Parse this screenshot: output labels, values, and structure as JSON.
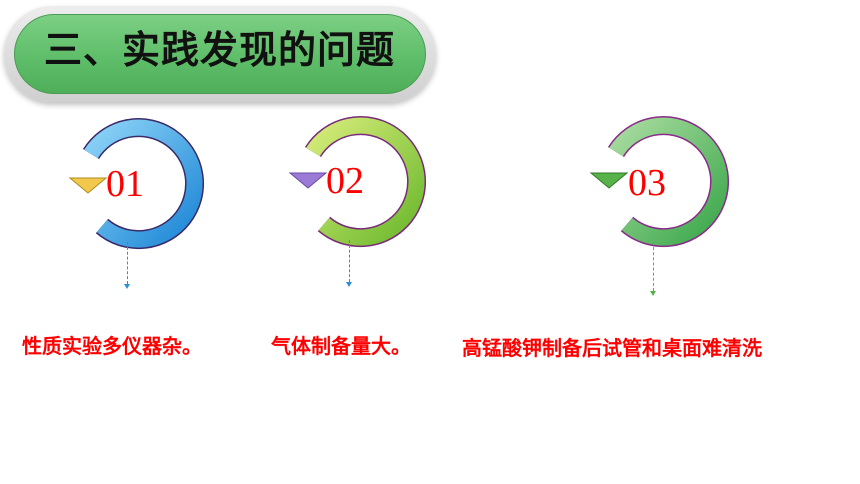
{
  "title": "三、实践发现的问题",
  "colors": {
    "title_pill_green": "#5fbe69",
    "number_red": "#ff0000",
    "label_red": "#ff0000"
  },
  "steps": [
    {
      "number": "01",
      "label": "性质实验多仪器杂。",
      "ring_color": "#2b8fd9"
    },
    {
      "number": "02",
      "label": "气体制备量大。",
      "ring_color": "#7cc034"
    },
    {
      "number": "03",
      "label": "高锰酸钾制备后试管和桌面难清洗",
      "ring_color": "#52b24a"
    }
  ]
}
